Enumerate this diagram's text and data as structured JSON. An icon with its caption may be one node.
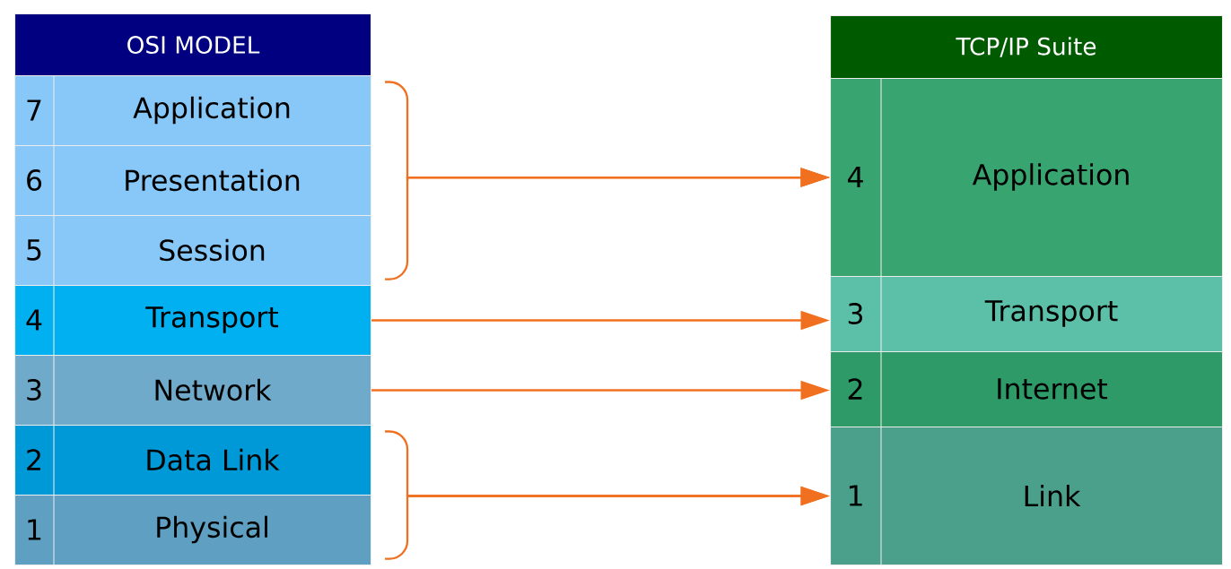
{
  "diagram": {
    "nodes": [
      {
        "text": [
          "OSI MODEL"
        ]
      },
      {
        "text": [
          "7",
          "Application"
        ]
      },
      {
        "text": [
          "6",
          "Presentation"
        ]
      },
      {
        "text": [
          "5",
          "Session"
        ]
      },
      {
        "text": [
          "4",
          "Transport"
        ]
      },
      {
        "text": [
          "3",
          "Network"
        ]
      },
      {
        "text": [
          "2",
          "Data Link"
        ]
      },
      {
        "text": [
          "1",
          "Physical"
        ]
      },
      {
        "text": [
          "TCP/IP Suite"
        ]
      },
      {
        "text": [
          "4",
          "Application"
        ]
      },
      {
        "text": [
          "3",
          "Transport"
        ]
      },
      {
        "text": [
          "2",
          "Internet"
        ]
      },
      {
        "text": [
          "1",
          "Link"
        ]
      }
    ],
    "edges": [
      {
        "from": 1,
        "to": 9,
        "arrow": "to"
      },
      {
        "from": 2,
        "to": 9,
        "arrow": "to"
      },
      {
        "from": 3,
        "to": 9,
        "arrow": "to"
      },
      {
        "from": 4,
        "to": 10,
        "arrow": "to"
      },
      {
        "from": 5,
        "to": 11,
        "arrow": "to"
      },
      {
        "from": 6,
        "to": 12,
        "arrow": "to"
      },
      {
        "from": 7,
        "to": 12,
        "arrow": "to"
      }
    ]
  }
}
